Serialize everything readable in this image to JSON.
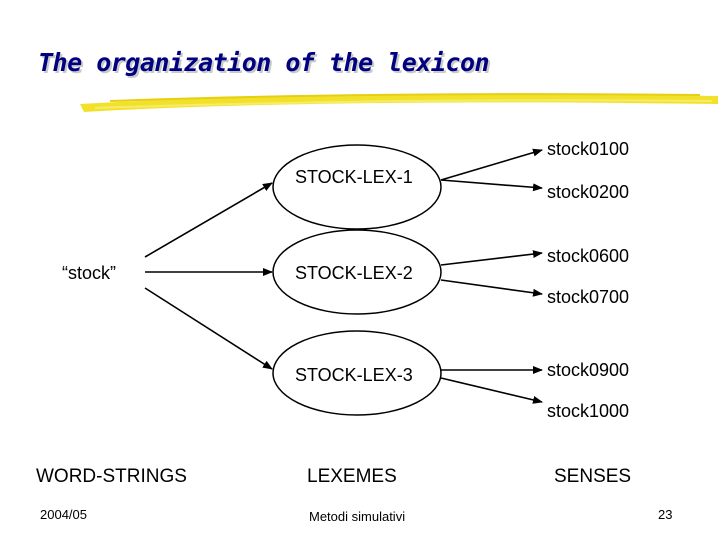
{
  "slide": {
    "title": "The organization of the lexicon",
    "word_string": "“stock”",
    "lexemes": [
      "STOCK-LEX-1",
      "STOCK-LEX-2",
      "STOCK-LEX-3"
    ],
    "senses": [
      "stock0100",
      "stock0200",
      "stock0600",
      "stock0700",
      "stock0900",
      "stock1000"
    ],
    "columns": {
      "left": "WORD-STRINGS",
      "middle": "LEXEMES",
      "right": "SENSES"
    },
    "footer": {
      "date": "2004/05",
      "course": "Metodi simulativi",
      "page": "23"
    }
  },
  "colors": {
    "title": "#000080",
    "underline": "#f2e12a"
  }
}
